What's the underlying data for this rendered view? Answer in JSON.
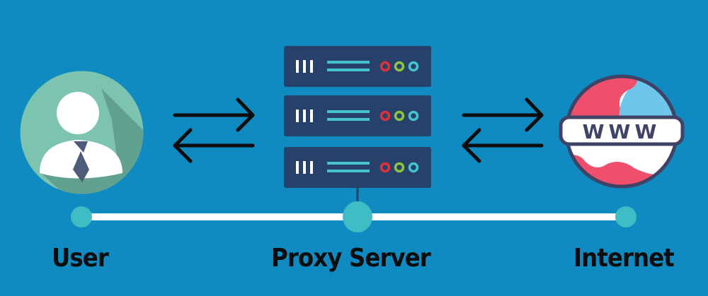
{
  "diagram": {
    "title": "Proxy Server",
    "nodes": [
      {
        "id": "user",
        "label": "User",
        "icon": "user-avatar-icon"
      },
      {
        "id": "proxy",
        "label": "Proxy Server",
        "icon": "server-rack-icon"
      },
      {
        "id": "internet",
        "label": "Internet",
        "icon": "globe-www-icon"
      }
    ],
    "globe_text": "WWW",
    "edges": [
      {
        "from": "user",
        "to": "proxy",
        "direction": "bidirectional"
      },
      {
        "from": "proxy",
        "to": "internet",
        "direction": "bidirectional"
      }
    ],
    "server_units": 3,
    "colors": {
      "background": "#108bc1",
      "avatar_circle": "#7cc3b0",
      "avatar_shadow": "#62a08f",
      "tie": "#4e5c7a",
      "server": "#27416b",
      "server_lines": "#44c4cc",
      "led_red": "#e0303a",
      "led_green": "#8cc63f",
      "led_cyan": "#44c4cc",
      "globe_red": "#ef4f6a",
      "globe_blue": "#6ec6ea",
      "globe_outline": "#3f4466",
      "timeline": "#ffffff",
      "timeline_dot": "#3fbcc4",
      "text": "#0d0d0d"
    }
  }
}
